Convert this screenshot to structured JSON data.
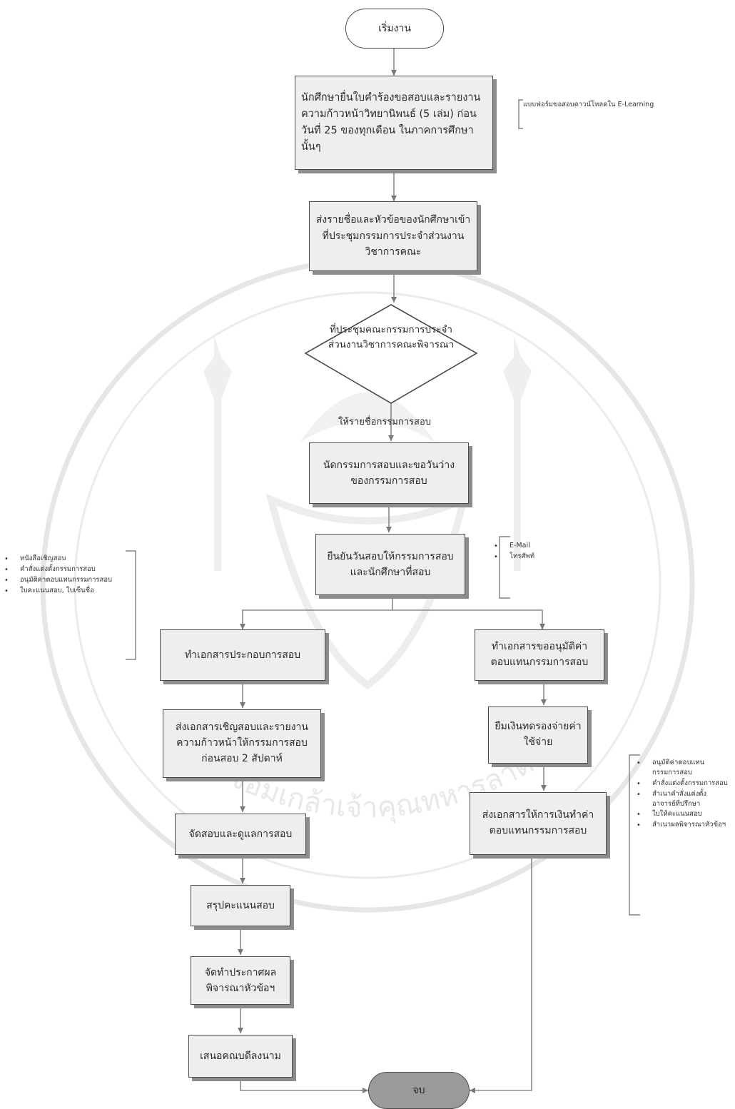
{
  "diagram": {
    "start": "เริ่มงาน",
    "end": "จบ",
    "steps": {
      "submit": "นักศึกษายื่นใบคำร้องขอสอบและรายงานความก้าวหน้าวิทยานิพนธ์ (5 เล่ม) ก่อนวันที่ 25 ของทุกเดือน ในภาคการศึกษานั้นๆ",
      "send_names": "ส่งรายชื่อและหัวข้อของนักศึกษาเข้าที่ประชุมกรรมการประจำส่วนงานวิชาการคณะ",
      "decision": "ที่ประชุมคณะกรรมการประจำส่วนงานวิชาการคณะพิจารณา",
      "decision_yes": "ให้รายชื่อกรรมการสอบ",
      "schedule": "นัดกรรมการสอบและขอวันว่างของกรรมการสอบ",
      "confirm": "ยืนยันวันสอบให้กรรมการสอบและนักศึกษาที่สอบ",
      "prepare_docs": "ทำเอกสารประกอบการสอบ",
      "send_docs": "ส่งเอกสารเชิญสอบและรายงานความก้าวหน้าให้กรรมการสอบก่อนสอบ 2 สัปดาห์",
      "conduct": "จัดสอบและดูแลการสอบ",
      "summarize": "สรุปคะแนนสอบ",
      "announce": "จัดทำประกาศผลพิจารณาหัวข้อฯ",
      "propose": "เสนอคณบดีลงนาม",
      "approval_docs": "ทำเอกสารขออนุมัติค่าตอบแทนกรรมการสอบ",
      "advance": "ยืมเงินทดรองจ่ายค่าใช้จ่าย",
      "finance": "ส่งเอกสารให้การเงินทำค่าตอบแทนกรรมการสอบ"
    },
    "notes": {
      "elearning": "แบบฟอร์มขอสอบดาวน์โหลดใน E-Learning",
      "confirm_channels": [
        "E-Mail",
        "โทรศัพท์"
      ],
      "prepare_docs": [
        "หนังสือเชิญสอบ",
        "คำสั่งแต่งตั้งกรรมการสอบ",
        "อนุมัติค่าตอบแทนกรรมการสอบ",
        "ใบคะแนนสอบ, ใบเซ็นชื่อ"
      ],
      "finance_docs": [
        "อนุมัติค่าตอบแทนกรรมการสอบ",
        "คำสั่งแต่งตั้งกรรมการสอบ",
        "สำเนาคำสั่งแต่งตั้งอาจารย์ที่ปรึกษา",
        "ใบให้คะแนนสอบ",
        "สำเนาผลพิจารณาหัวข้อฯ"
      ]
    },
    "watermark_text": "จอมเกล้าเจ้าคุณทหารลาดกระบัง"
  }
}
